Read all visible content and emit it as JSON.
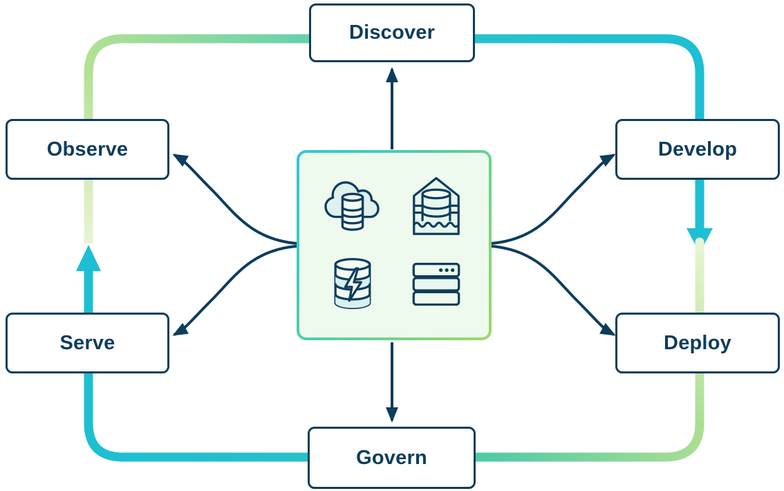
{
  "diagram": {
    "type": "cycle-diagram",
    "nodes": [
      {
        "id": "discover",
        "label": "Discover"
      },
      {
        "id": "observe",
        "label": "Observe"
      },
      {
        "id": "develop",
        "label": "Develop"
      },
      {
        "id": "serve",
        "label": "Serve"
      },
      {
        "id": "deploy",
        "label": "Deploy"
      },
      {
        "id": "govern",
        "label": "Govern"
      }
    ],
    "cycle_order": [
      "Discover",
      "Develop",
      "Deploy",
      "Govern",
      "Serve",
      "Observe"
    ],
    "cycle_direction": "clockwise",
    "center": {
      "icons": [
        {
          "name": "cloud-database"
        },
        {
          "name": "lakehouse"
        },
        {
          "name": "database-lightning"
        },
        {
          "name": "server-rack"
        }
      ],
      "edges_from_center": [
        "Discover",
        "Observe",
        "Develop",
        "Serve",
        "Deploy",
        "Govern"
      ]
    },
    "colors": {
      "navy": "#0d3d5c",
      "teal": "#1dbfd2",
      "green": "#aede92",
      "pale_green": "#e9f4d3",
      "center_fill": "#eefaed",
      "center_border_start": "#2fc8d6",
      "center_border_end": "#9ddb62"
    }
  }
}
